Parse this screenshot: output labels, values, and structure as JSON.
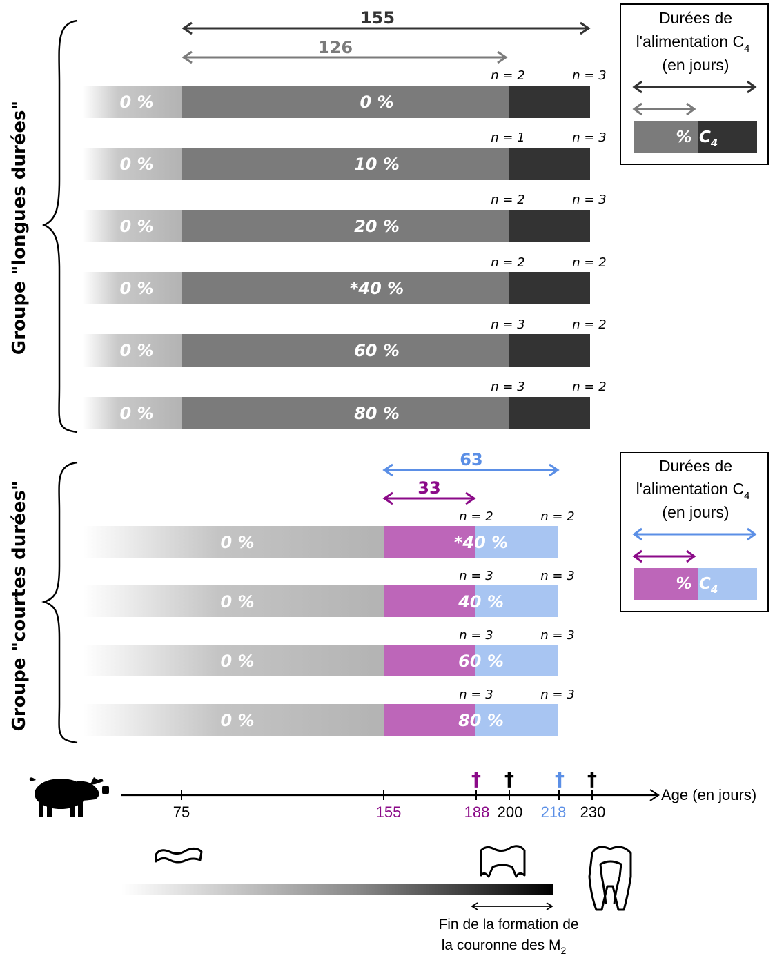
{
  "colors": {
    "light_gray": "#b3b3b3",
    "mid_gray": "#7b7b7b",
    "dark_gray": "#333333",
    "purple": "#bd66b9",
    "light_blue": "#a8c5f2",
    "purple_text": "#8b0a88",
    "blue_text": "#5b8fe6"
  },
  "long_group": {
    "label": "Groupe \"longues durées\"",
    "arrow_long_days": "155",
    "arrow_short_days": "126",
    "rows": [
      {
        "pre": "0 %",
        "treat": "0 %",
        "n_left": "n = 2",
        "n_right": "n = 3"
      },
      {
        "pre": "0 %",
        "treat": "10 %",
        "n_left": "n = 1",
        "n_right": "n = 3"
      },
      {
        "pre": "0 %",
        "treat": "20 %",
        "n_left": "n = 2",
        "n_right": "n = 3"
      },
      {
        "pre": "0 %",
        "treat": "*40 %",
        "n_left": "n = 2",
        "n_right": "n = 2"
      },
      {
        "pre": "0 %",
        "treat": "60 %",
        "n_left": "n = 3",
        "n_right": "n = 2"
      },
      {
        "pre": "0 %",
        "treat": "80 %",
        "n_left": "n = 3",
        "n_right": "n = 2"
      }
    ]
  },
  "short_group": {
    "label": "Groupe \"courtes durées\"",
    "arrow_long_days": "63",
    "arrow_short_days": "33",
    "rows": [
      {
        "pre": "0 %",
        "treat": "*40 %",
        "n_left": "n = 2",
        "n_right": "n = 2"
      },
      {
        "pre": "0 %",
        "treat": "40 %",
        "n_left": "n = 3",
        "n_right": "n = 3"
      },
      {
        "pre": "0 %",
        "treat": "60 %",
        "n_left": "n = 3",
        "n_right": "n = 3"
      },
      {
        "pre": "0 %",
        "treat": "80 %",
        "n_left": "n = 3",
        "n_right": "n = 3"
      }
    ]
  },
  "legend_long": {
    "line1": "Durées de",
    "line2": "l'alimentation C",
    "line2_sub": "4",
    "line3": "(en jours)",
    "bar_pct": "%",
    "bar_c": "C",
    "bar_c_sub": "4"
  },
  "legend_short": {
    "line1": "Durées de",
    "line2": "l'alimentation C",
    "line2_sub": "4",
    "line3": "(en jours)",
    "bar_pct": "%",
    "bar_c": "C",
    "bar_c_sub": "4"
  },
  "axis": {
    "label": "Age (en jours)",
    "ticks": [
      {
        "value": "75",
        "color": "#000000"
      },
      {
        "value": "155",
        "color": "#8b0a88"
      },
      {
        "value": "188",
        "color": "#8b0a88"
      },
      {
        "value": "200",
        "color": "#000000"
      },
      {
        "value": "218",
        "color": "#5b8fe6"
      },
      {
        "value": "230",
        "color": "#000000"
      }
    ],
    "death_marks": [
      {
        "glyph": "†",
        "at": "188",
        "color": "#8b0a88"
      },
      {
        "glyph": "†",
        "at": "200",
        "color": "#000000"
      },
      {
        "glyph": "†",
        "at": "218",
        "color": "#5b8fe6"
      },
      {
        "glyph": "†",
        "at": "230",
        "color": "#000000"
      }
    ]
  },
  "footnote": {
    "line1": "Fin de la formation de",
    "line2": "la couronne des M",
    "line2_sub": "2"
  }
}
